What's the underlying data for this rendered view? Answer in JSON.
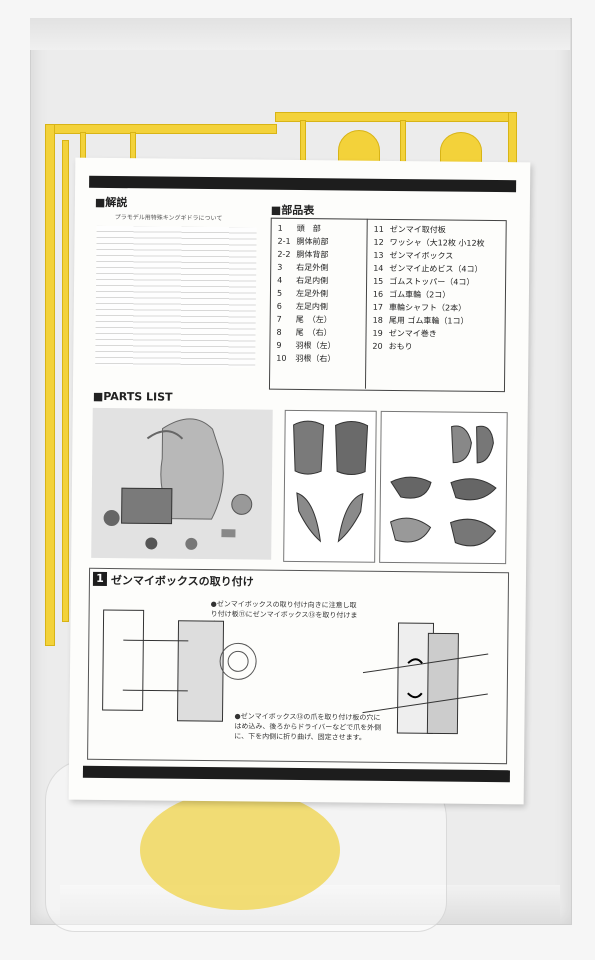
{
  "sheet": {
    "sections": {
      "explanation": "■解説",
      "parts_table": "■部品表",
      "parts_list": "■PARTS LIST"
    },
    "explanation_text": "プラモデル用特殊キングギドラについて",
    "parts": [
      {
        "no": "1",
        "name": "頭　部"
      },
      {
        "no": "2-1",
        "name": "胴体前部"
      },
      {
        "no": "2-2",
        "name": "胴体背部"
      },
      {
        "no": "3",
        "name": "右足外側"
      },
      {
        "no": "4",
        "name": "右足内側"
      },
      {
        "no": "5",
        "name": "左足外側"
      },
      {
        "no": "6",
        "name": "左足内側"
      },
      {
        "no": "7",
        "name": "尾　（左）"
      },
      {
        "no": "8",
        "name": "尾　（右）"
      },
      {
        "no": "9",
        "name": "羽根（左）"
      },
      {
        "no": "10",
        "name": "羽根（右）"
      }
    ],
    "parts_right": [
      {
        "no": "11",
        "name": "ゼンマイ取付板"
      },
      {
        "no": "12",
        "name": "ワッシャ（大12枚 小12枚"
      },
      {
        "no": "13",
        "name": "ゼンマイボックス"
      },
      {
        "no": "14",
        "name": "ゼンマイ止めビス（4コ）"
      },
      {
        "no": "15",
        "name": "ゴムストッパー（4コ）"
      },
      {
        "no": "16",
        "name": "ゴム車輪（2コ）"
      },
      {
        "no": "17",
        "name": "車輪シャフト（2本）"
      },
      {
        "no": "18",
        "name": "尾用 ゴム車輪（1コ）"
      },
      {
        "no": "19",
        "name": "ゼンマイ巻き"
      },
      {
        "no": "20",
        "name": "おもり"
      }
    ],
    "step": {
      "number": "1",
      "title": "ゼンマイボックスの取り付け",
      "note1": "●ゼンマイボックスの取り付け向きに注意し取り付け板⑪にゼンマイボックス⑬を取り付けます。",
      "note2": "●ゼンマイボックス⑬の爪を取り付け板の穴にはめ込み、後ろからドライバーなどで爪を外側に、下を内側に折り曲げ、固定させます。"
    }
  }
}
